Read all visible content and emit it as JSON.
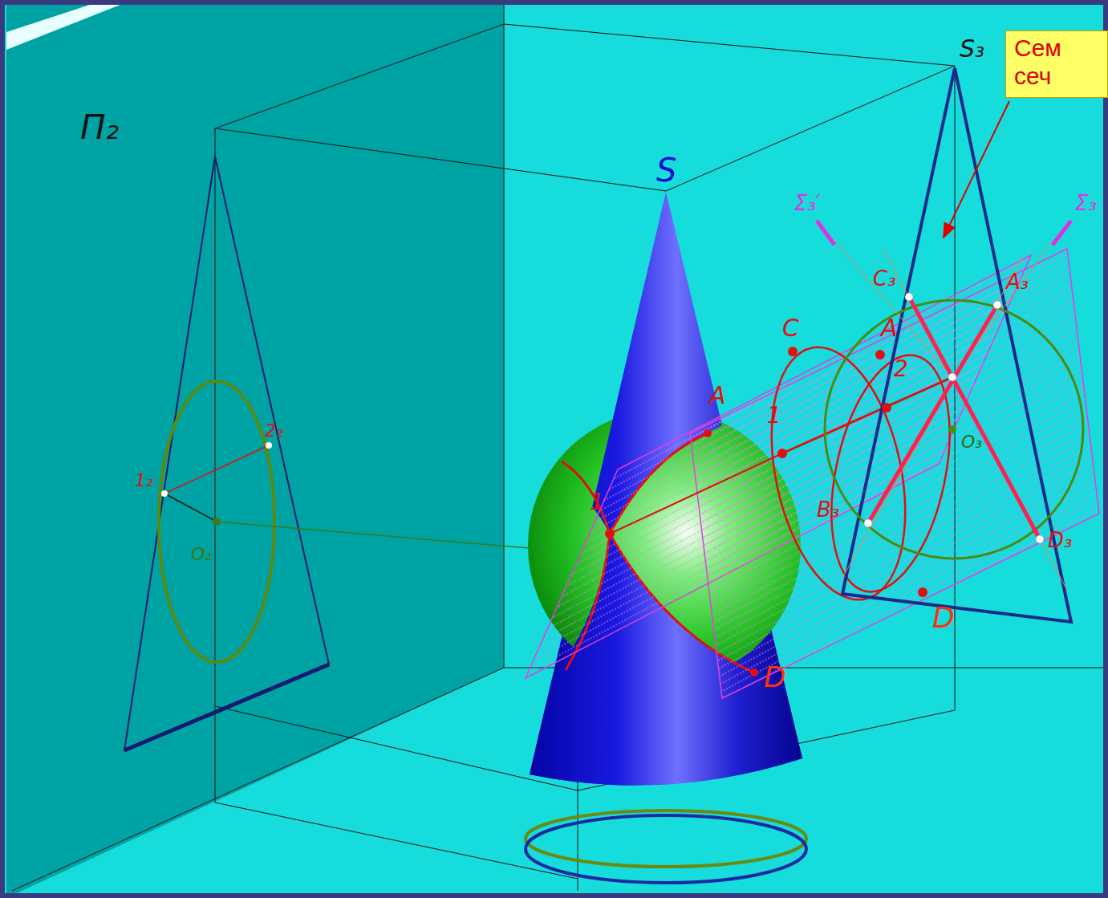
{
  "diagram": {
    "nodes": [
      {
        "text": [
          "Сем сеч"
        ]
      }
    ],
    "labels": [
      "П₂",
      "1₂",
      "2₂",
      "O₂",
      "S",
      "A",
      "1",
      "D",
      "S₃",
      "Σ₃′",
      "Σ₃",
      "C₃",
      "A₃",
      "B₃",
      "D₃",
      "O₃",
      "C",
      "A",
      "1",
      "2",
      "D"
    ]
  }
}
